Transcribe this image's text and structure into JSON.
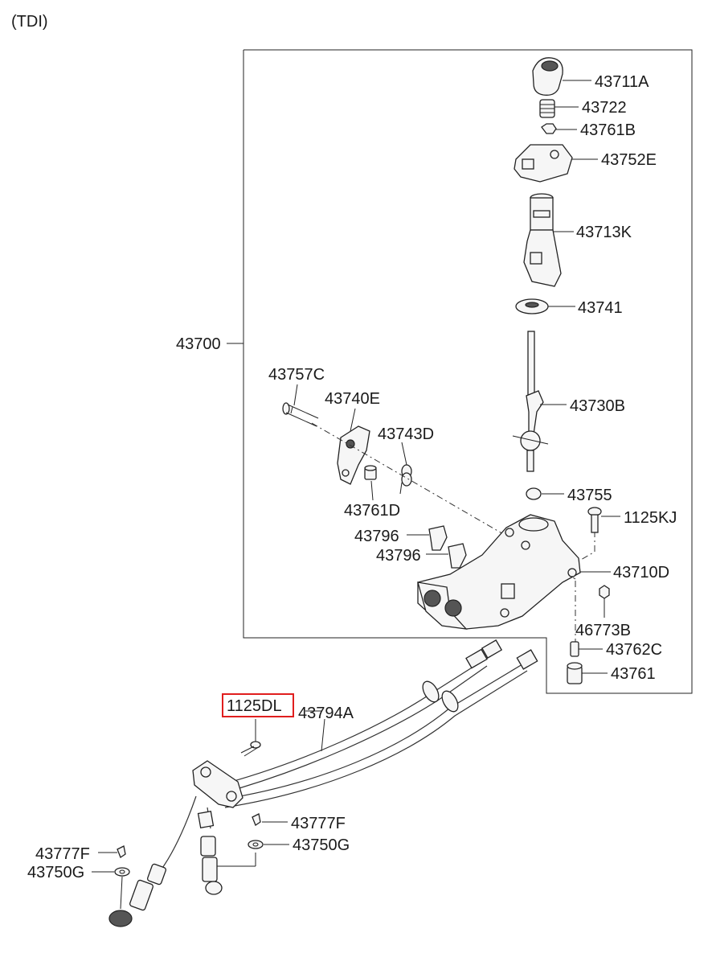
{
  "header": {
    "variant": "(TDI)"
  },
  "highlight": {
    "color": "#e01e1e"
  },
  "callouts": {
    "p43711A": "43711A",
    "p43722": "43722",
    "p43761B": "43761B",
    "p43752E": "43752E",
    "p43713K": "43713K",
    "p43741": "43741",
    "p43700": "43700",
    "p43730B": "43730B",
    "p43757C": "43757C",
    "p43740E": "43740E",
    "p43743D": "43743D",
    "p43761D": "43761D",
    "p43755": "43755",
    "p1125KJ": "1125KJ",
    "p43796a": "43796",
    "p43796b": "43796",
    "p43710D": "43710D",
    "p46773B": "46773B",
    "p43762C": "43762C",
    "p43761": "43761",
    "p1125DL": "1125DL",
    "p43794A": "43794A",
    "p43777Fr": "43777F",
    "p43750Gr": "43750G",
    "p43777Fl": "43777F",
    "p43750Gl": "43750G"
  }
}
